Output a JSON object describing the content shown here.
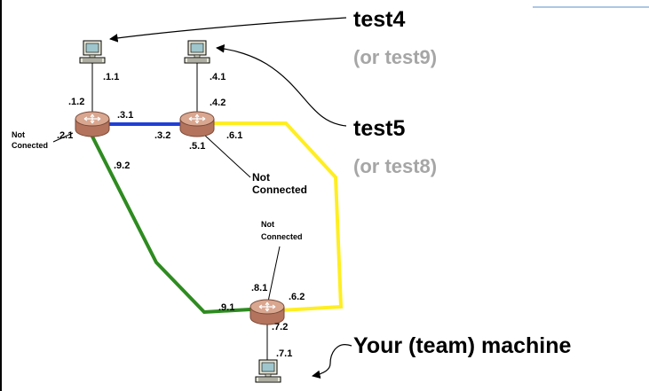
{
  "hosts": {
    "top_left": {
      "label": ".1.1"
    },
    "top_right": {
      "label": ".4.1"
    },
    "bottom": {
      "label": ".7.1"
    }
  },
  "routers": {
    "left": {
      "up": ".1.2",
      "right": ".3.1",
      "left": ".2.1",
      "down": ".9.2"
    },
    "middle": {
      "up": ".4.2",
      "left": ".3.2",
      "right": ".6.1",
      "down": ".5.1"
    },
    "bottom": {
      "up": ".8.1",
      "left": ".9.1",
      "right": ".6.2",
      "down": ".7.2"
    }
  },
  "notes": {
    "left_line1": "Not",
    "left_line2": "Conected",
    "middle_line1": "Not",
    "middle_line2": "Connected",
    "bottom_line1": "Not",
    "bottom_line2": "Connected"
  },
  "callouts": {
    "test4": "test4",
    "test4_alt": "(or test9)",
    "test5": "test5",
    "test5_alt": "(or test8)",
    "team": "Your (team) machine"
  },
  "colors": {
    "blue_link": "#1f3fd6",
    "yellow_link": "#ffee22",
    "green_link": "#2e8b20",
    "router_fill": "#c98c74",
    "alt_text": "#a6a6a6"
  },
  "icons": {
    "host": "computer-icon",
    "router": "router-icon"
  }
}
